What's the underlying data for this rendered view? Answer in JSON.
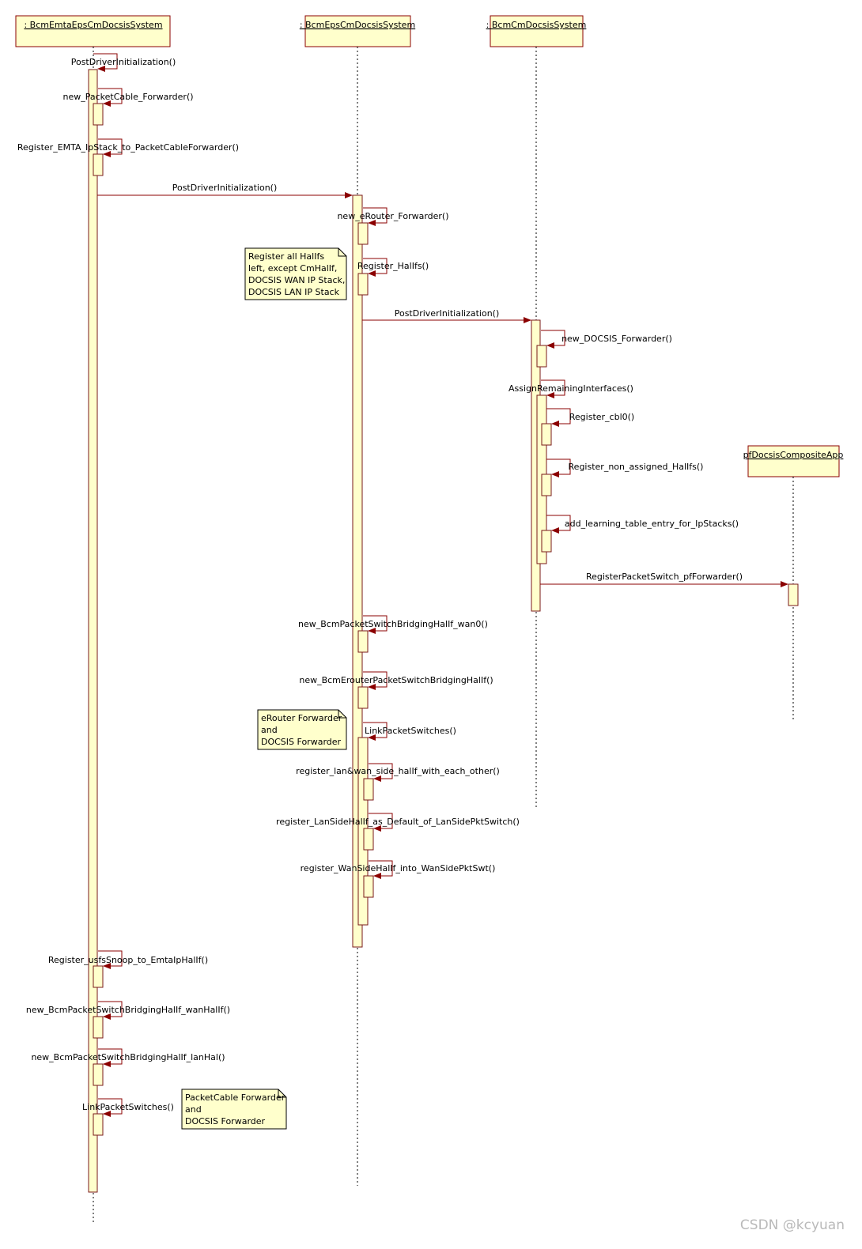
{
  "objects": [
    {
      "id": "emta",
      "label": ": BcmEmtaEpsCmDocsisSystem"
    },
    {
      "id": "eps",
      "label": ": BcmEpsCmDocsisSystem"
    },
    {
      "id": "cm",
      "label": ": BcmCmDocsisSystem"
    },
    {
      "id": "pf",
      "label": "pfDocsisCompositeApp"
    }
  ],
  "messages": [
    {
      "from": "emta",
      "to": "emta",
      "label": "PostDriverInitialization()"
    },
    {
      "from": "emta",
      "to": "emta",
      "label": "new_PacketCable_Forwarder()"
    },
    {
      "from": "emta",
      "to": "emta",
      "label": "Register_EMTA_IpStack_to_PacketCableForwarder()"
    },
    {
      "from": "emta",
      "to": "eps",
      "label": "PostDriverInitialization()"
    },
    {
      "from": "eps",
      "to": "eps",
      "label": "new_eRouter_Forwarder()"
    },
    {
      "from": "eps",
      "to": "eps",
      "label": "Register_HalIfs()"
    },
    {
      "from": "eps",
      "to": "cm",
      "label": "PostDriverInitialization()"
    },
    {
      "from": "cm",
      "to": "cm",
      "label": "new_DOCSIS_Forwarder()"
    },
    {
      "from": "cm",
      "to": "cm",
      "label": "AssignRemainingInterfaces()"
    },
    {
      "from": "cm",
      "to": "cm",
      "label": "Register_cbl0()"
    },
    {
      "from": "cm",
      "to": "cm",
      "label": "Register_non_assigned_HalIfs()"
    },
    {
      "from": "cm",
      "to": "cm",
      "label": "add_learning_table_entry_for_IpStacks()"
    },
    {
      "from": "cm",
      "to": "pf",
      "label": "RegisterPacketSwitch_pfForwarder()"
    },
    {
      "from": "eps",
      "to": "eps",
      "label": "new_BcmPacketSwitchBridgingHalIf_wan0()"
    },
    {
      "from": "eps",
      "to": "eps",
      "label": "new_BcmErouterPacketSwitchBridgingHalIf()"
    },
    {
      "from": "eps",
      "to": "eps",
      "label": "LinkPacketSwitches()"
    },
    {
      "from": "eps",
      "to": "eps",
      "label": "register_lan&wan_side_halIf_with_each_other()"
    },
    {
      "from": "eps",
      "to": "eps",
      "label": "register_LanSideHalIf_as_Default_of_LanSidePktSwitch()"
    },
    {
      "from": "eps",
      "to": "eps",
      "label": "register_WanSideHalIf_into_WanSidePktSwt()"
    },
    {
      "from": "emta",
      "to": "emta",
      "label": "Register_usfsSnoop_to_EmtaIpHalIf()"
    },
    {
      "from": "emta",
      "to": "emta",
      "label": "new_BcmPacketSwitchBridgingHalIf_wanHalIf()"
    },
    {
      "from": "emta",
      "to": "emta",
      "label": "new_BcmPacketSwitchBridgingHalIf_lanHal()"
    },
    {
      "from": "emta",
      "to": "emta",
      "label": "LinkPacketSwitches()"
    }
  ],
  "notes": [
    {
      "lines": [
        "Register all HalIfs",
        "left, except CmHalIf,",
        "DOCSIS WAN IP Stack,",
        "DOCSIS LAN IP Stack"
      ]
    },
    {
      "lines": [
        "eRouter Forwarder",
        "and",
        "DOCSIS Forwarder"
      ]
    },
    {
      "lines": [
        "PacketCable Forwarder",
        "and",
        "DOCSIS Forwarder"
      ]
    }
  ],
  "watermark": "CSDN @kcyuan",
  "colors": {
    "box_fill": "#ffffcc",
    "arrow": "#8b0000",
    "border": "#8b0000"
  }
}
